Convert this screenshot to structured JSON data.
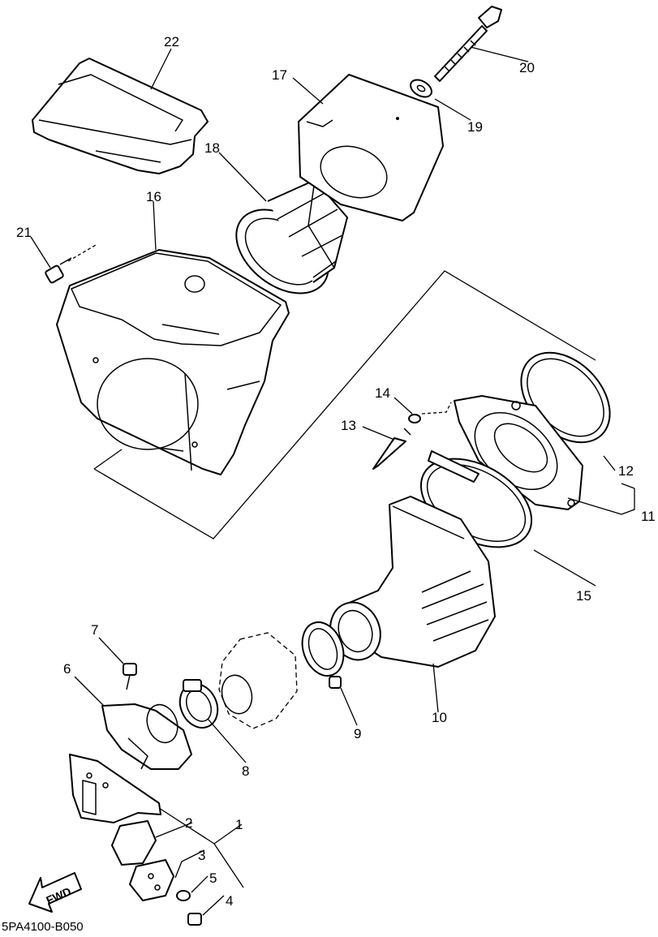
{
  "diagram": {
    "code": "5PA4100-B050",
    "fwd_label": "FWD",
    "callouts": [
      "1",
      "2",
      "3",
      "4",
      "5",
      "6",
      "7",
      "8",
      "9",
      "10",
      "11",
      "12",
      "13",
      "14",
      "15",
      "16",
      "17",
      "18",
      "19",
      "20",
      "21",
      "22"
    ]
  }
}
